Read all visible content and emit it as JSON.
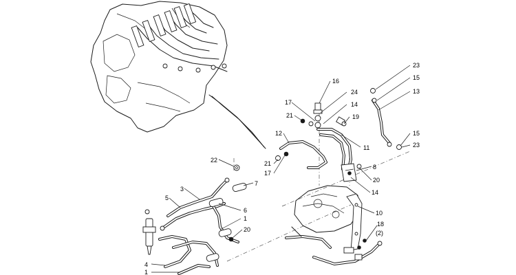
{
  "callouts": {
    "c23a": "23",
    "c15a": "15",
    "c13": "13",
    "c16": "16",
    "c24": "24",
    "c17a": "17",
    "c14a": "14",
    "c21a": "21",
    "c19": "19",
    "c12": "12",
    "c11": "11",
    "c15b": "15",
    "c23b": "23",
    "c21b": "21",
    "c17b": "17",
    "c8": "8",
    "c20a": "20",
    "c14b": "14",
    "c22": "22",
    "c7": "7",
    "c3": "3",
    "c5": "5",
    "c6": "6",
    "c1a": "1",
    "c20b": "20",
    "c10": "10",
    "c18": "18",
    "c18q": "(2)",
    "c4": "4",
    "c1b": "1"
  }
}
